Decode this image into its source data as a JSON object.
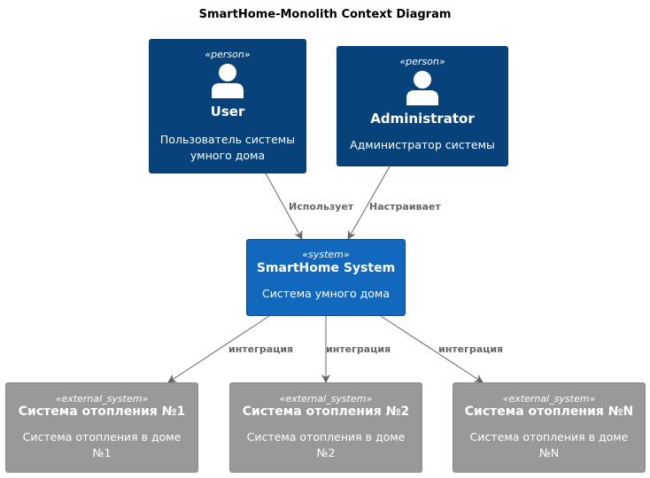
{
  "title": "SmartHome-Monolith Context Diagram",
  "nodes": {
    "user": {
      "stereotype": "«person»",
      "name": "User",
      "description": "Пользователь системы умного дома"
    },
    "admin": {
      "stereotype": "«person»",
      "name": "Administrator",
      "description": "Администратор системы"
    },
    "system": {
      "stereotype": "«system»",
      "name": "SmartHome System",
      "description": "Система умного дома"
    },
    "heat1": {
      "stereotype": "«external_system»",
      "name": "Система отопления №1",
      "description": "Система отопления в доме №1"
    },
    "heat2": {
      "stereotype": "«external_system»",
      "name": "Система отопления №2",
      "description": "Система отопления в доме №2"
    },
    "heatN": {
      "stereotype": "«external_system»",
      "name": "Система отопления №N",
      "description": "Система отопления в доме №N"
    }
  },
  "edges": {
    "user_system": "Использует",
    "admin_system": "Настраивает",
    "system_heat1": "интеграция",
    "system_heat2": "интеграция",
    "system_heatN": "интеграция"
  },
  "colors": {
    "person": "#08427b",
    "system": "#1168bd",
    "external_system": "#999999",
    "edge": "#666666"
  }
}
